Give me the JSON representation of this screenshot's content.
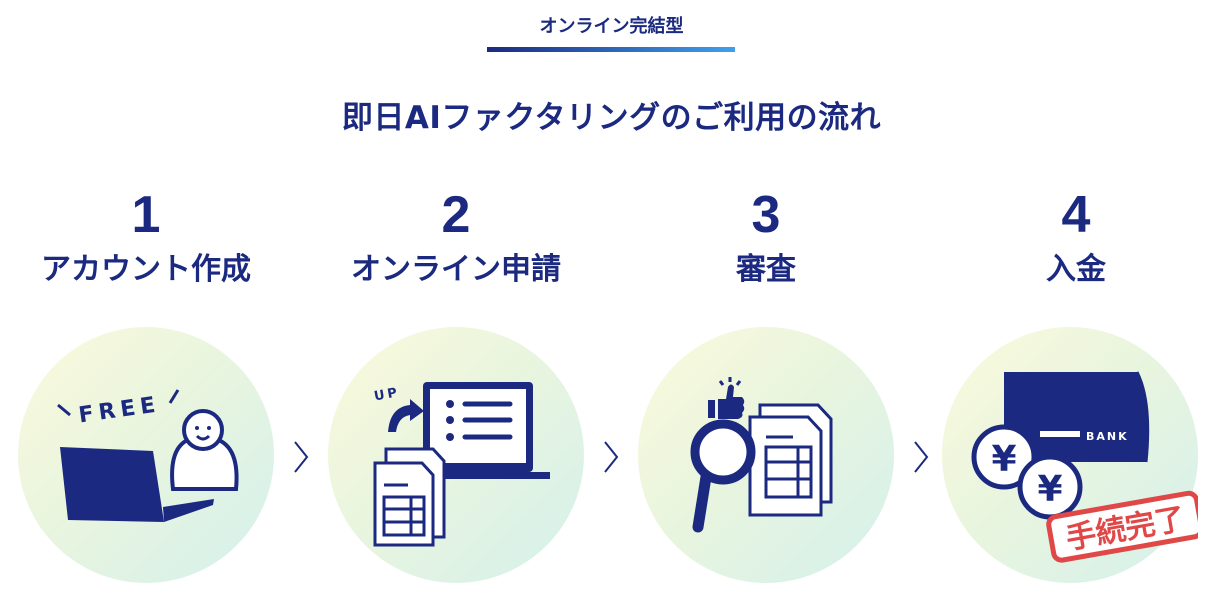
{
  "header": {
    "eyebrow": "オンライン完結型",
    "title": "即日AIファクタリングのご利用の流れ"
  },
  "steps": [
    {
      "number": "1",
      "label": "アカウント作成",
      "icon_text": "FREE"
    },
    {
      "number": "2",
      "label": "オンライン申請",
      "icon_text": "UP"
    },
    {
      "number": "3",
      "label": "審査"
    },
    {
      "number": "4",
      "label": "入金",
      "icon_text": "BANK",
      "stamp": "手続完了"
    }
  ],
  "colors": {
    "navy": "#1b2a80",
    "accent": "#3fa0ec",
    "stamp": "#e04848"
  }
}
